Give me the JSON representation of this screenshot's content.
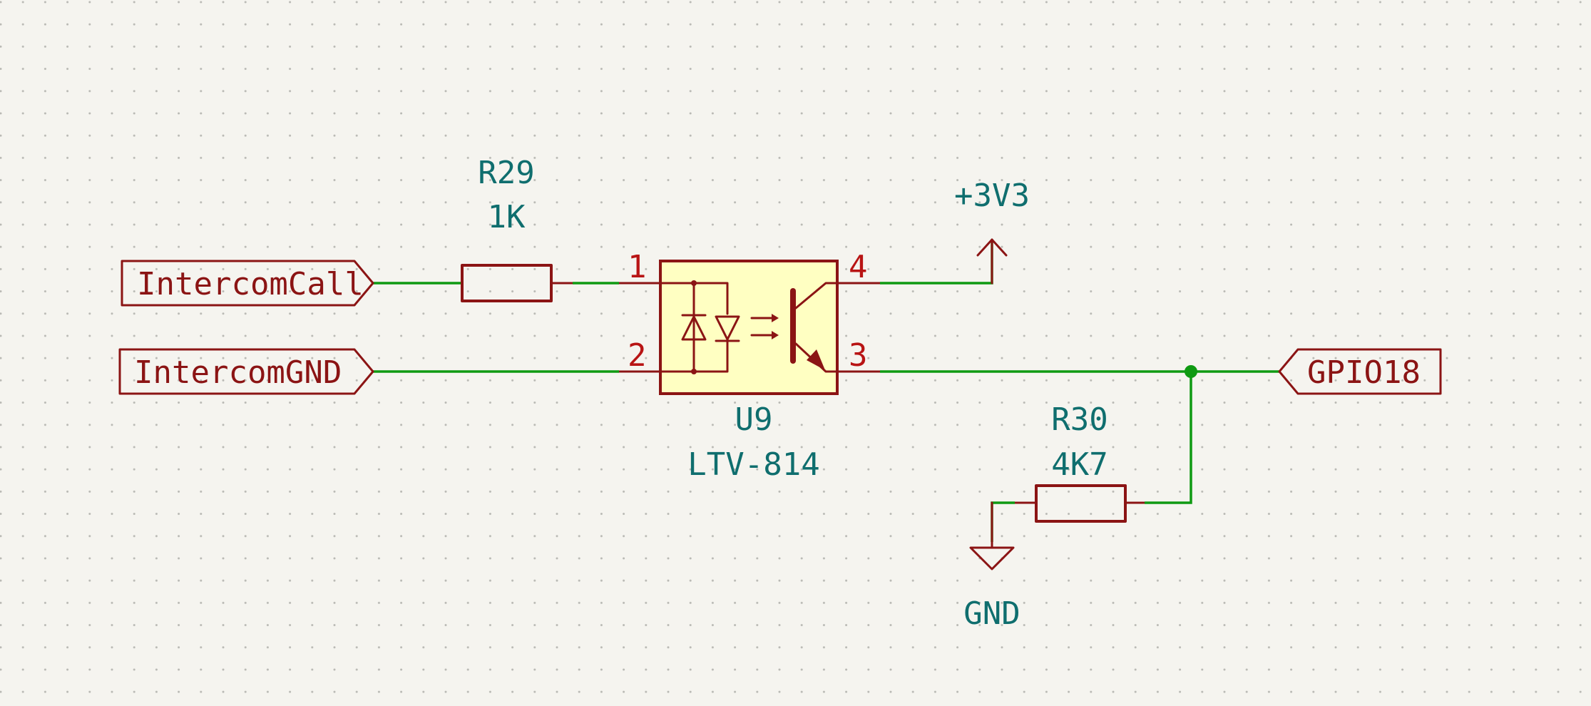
{
  "labels": {
    "intercom_call": "IntercomCall",
    "intercom_gnd": "IntercomGND",
    "gpio18": "GPIO18"
  },
  "r29": {
    "ref": "R29",
    "value": "1K"
  },
  "r30": {
    "ref": "R30",
    "value": "4K7"
  },
  "u9": {
    "ref": "U9",
    "value": "LTV-814",
    "pins": {
      "p1": "1",
      "p2": "2",
      "p3": "3",
      "p4": "4"
    }
  },
  "power": {
    "vcc": "+3V3",
    "gnd": "GND"
  },
  "colors": {
    "background": "#f5f4ef",
    "grid": "#b9b9b4",
    "wire": "#0f9a12",
    "symbol": "#8b1414",
    "symbol_fill": "#ffffc2",
    "pin_number": "#b81414",
    "reference": "#0f6e6e"
  }
}
